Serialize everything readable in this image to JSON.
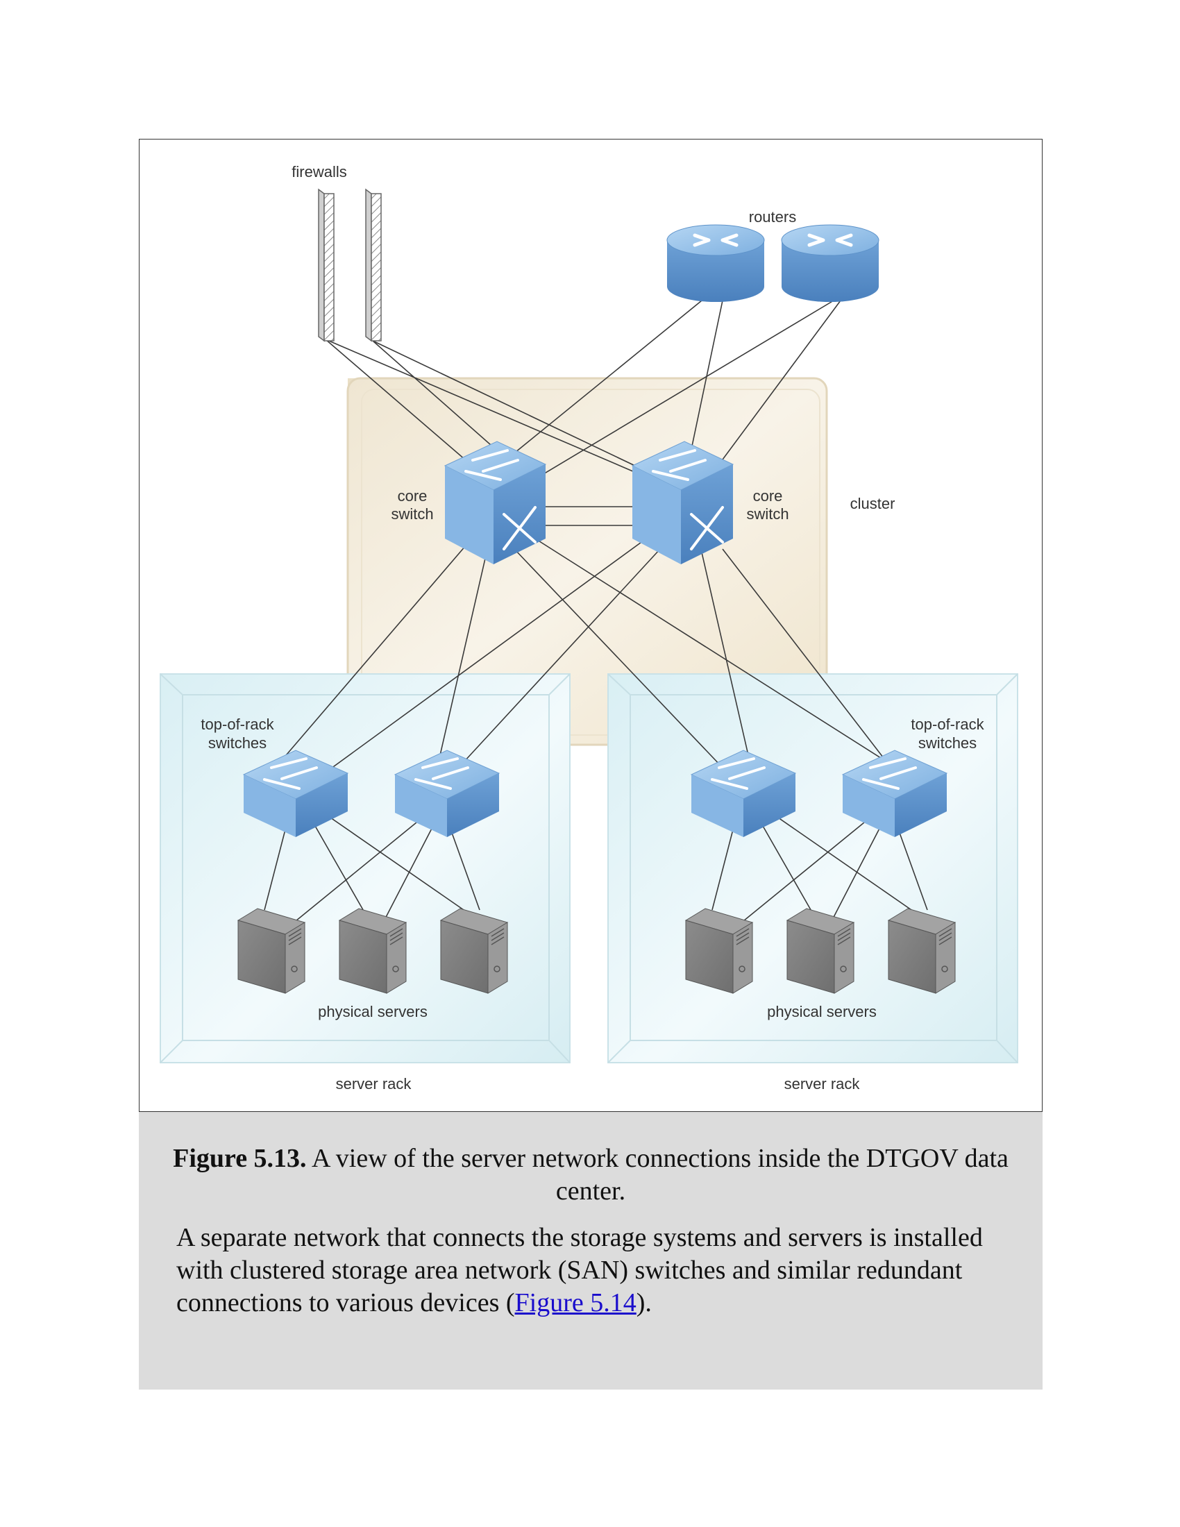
{
  "diagram": {
    "labels": {
      "firewalls": "firewalls",
      "routers": "routers",
      "core_switch_line1": "core",
      "core_switch_line2": "switch",
      "cluster": "cluster",
      "tor_line1": "top-of-rack",
      "tor_line2": "switches",
      "physical_servers": "physical servers",
      "server_rack": "server rack"
    },
    "colors": {
      "device_blue": "#7fb2e0",
      "device_blue_dark": "#4f86c2",
      "cluster_fill": "#f3ecdc",
      "rack_fill": "#e3f3f6",
      "server_gray": "#808080"
    }
  },
  "caption": {
    "figure_label": "Figure 5.13.",
    "text": " A view of the server network connections inside the DTGOV data center."
  },
  "body": {
    "text_before": "A separate network that connects the storage systems and servers is installed with clustered storage area network (SAN) switches and similar redundant connections to various devices (",
    "link_text": "Figure 5.14",
    "text_after": ")."
  }
}
